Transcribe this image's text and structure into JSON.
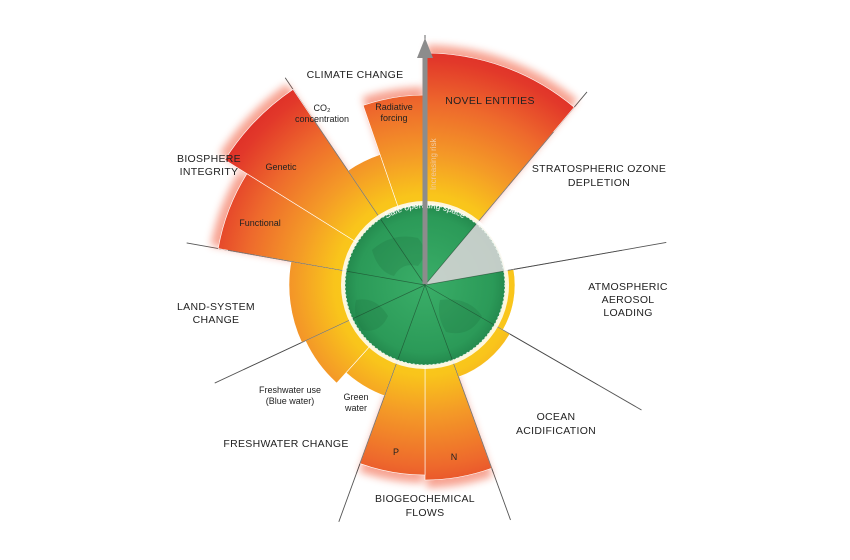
{
  "boundaries": [
    {
      "label": "CLIMATE CHANGE",
      "id": "climate-change"
    },
    {
      "label": "NOVEL ENTITIES",
      "id": "novel-entities"
    },
    {
      "label": "STRATOSPHERIC OZONE",
      "label2": "DEPLETION",
      "id": "stratospheric-ozone"
    },
    {
      "label": "ATMOSPHERIC",
      "label2": "AEROSOL",
      "label3": "LOADING",
      "id": "aerosol"
    },
    {
      "label": "OCEAN",
      "label2": "ACIDIFICATION",
      "id": "ocean"
    },
    {
      "label": "BIOGEOCHEMICAL",
      "label2": "FLOWS",
      "id": "biogeochemical"
    },
    {
      "label": "FRESHWATER CHANGE",
      "id": "freshwater"
    },
    {
      "label": "LAND-SYSTEM",
      "label2": "CHANGE",
      "id": "land-system"
    },
    {
      "label": "BIOSPHERE",
      "label2": "INTEGRITY",
      "id": "biosphere"
    }
  ],
  "sub_labels": {
    "co2_line1": "CO₂",
    "co2_line2": "concentration",
    "radiative_line1": "Radiative",
    "radiative_line2": "forcing",
    "genetic": "Genetic",
    "functional": "Functional",
    "blue_line1": "Freshwater use",
    "blue_line2": "(Blue water)",
    "green_line1": "Green",
    "green_line2": "water",
    "p": "P",
    "n": "N"
  },
  "safe_space_label": "Safe operating space",
  "risk_axis_label": "Increasing risk",
  "colors": {
    "safe_green": "#2e9e5b",
    "zone_yellow": "#f7c11a",
    "zone_orange": "#f07a2c",
    "zone_red": "#e02a24",
    "gray_ozone": "#d4d4d4"
  }
}
